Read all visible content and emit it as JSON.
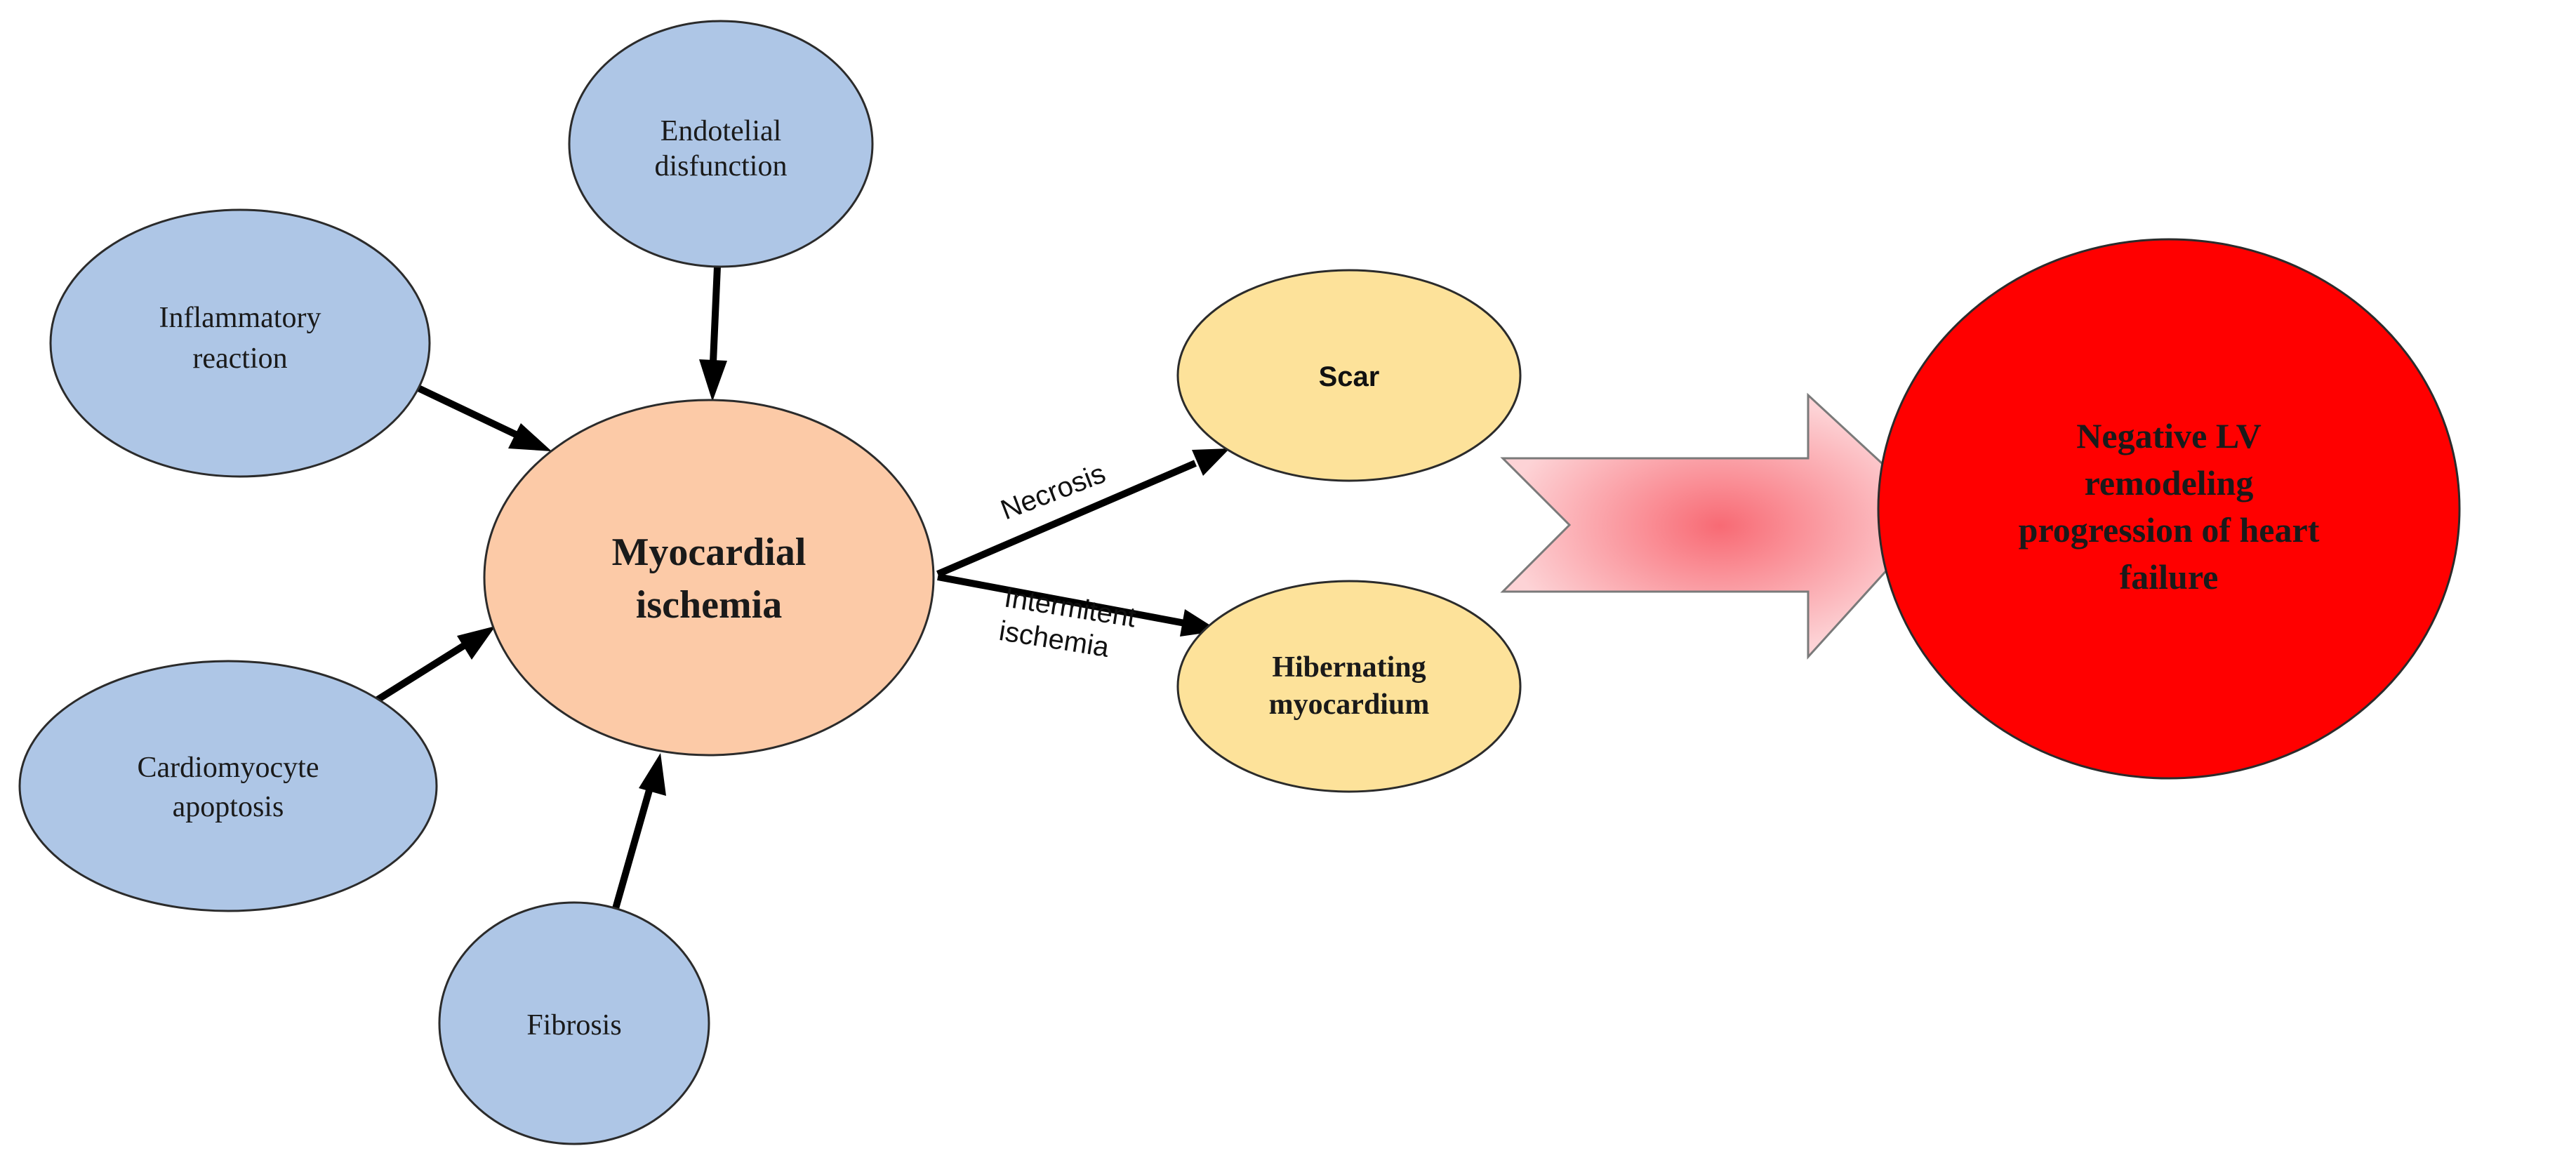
{
  "colors": {
    "cause_node": "#aec6e6",
    "central_node": "#fccaa7",
    "outcome_node": "#fde29a",
    "final_node": "#ff0000",
    "arrow": "#000000",
    "big_arrow_center": "#f86a74",
    "big_arrow_edge": "#fdd3d6"
  },
  "nodes": {
    "endotelial": {
      "line1": "Endotelial",
      "line2": "disfunction"
    },
    "inflammatory": {
      "line1": "Inflammatory",
      "line2": "reaction"
    },
    "apoptosis": {
      "line1": "Cardiomyocyte",
      "line2": "apoptosis"
    },
    "fibrosis": {
      "label": "Fibrosis"
    },
    "ischemia": {
      "line1": "Myocardial",
      "line2": "ischemia"
    },
    "scar": {
      "label": "Scar"
    },
    "hibernating": {
      "line1": "Hibernating",
      "line2": "myocardium"
    },
    "remodeling": {
      "line1": "Negative LV",
      "line2": "remodeling",
      "line3": "progression of heart",
      "line4": "failure"
    }
  },
  "edges": {
    "necrosis": "Necrosis",
    "intermittent_line1": "Intermitent",
    "intermittent_line2": "ischemia"
  }
}
